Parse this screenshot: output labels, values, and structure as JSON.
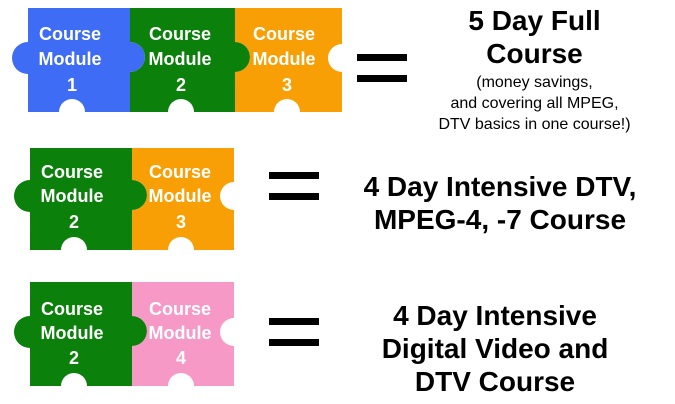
{
  "rows": [
    {
      "modules": [
        {
          "line1": "Course",
          "line2": "Module",
          "number": "1",
          "color": "#3e6cf5"
        },
        {
          "line1": "Course",
          "line2": "Module",
          "number": "2",
          "color": "#0b800b"
        },
        {
          "line1": "Course",
          "line2": "Module",
          "number": "3",
          "color": "#f89f05"
        }
      ],
      "result_title_line1": "5 Day Full",
      "result_title_line2": "Course",
      "result_subtitle_line1": "(money savings,",
      "result_subtitle_line2": "and covering all MPEG,",
      "result_subtitle_line3": "DTV basics in one course!)"
    },
    {
      "modules": [
        {
          "line1": "Course",
          "line2": "Module",
          "number": "2",
          "color": "#0b800b"
        },
        {
          "line1": "Course",
          "line2": "Module",
          "number": "3",
          "color": "#f89f05"
        }
      ],
      "result_title_line1": "4 Day Intensive DTV,",
      "result_title_line2": "MPEG-4, -7 Course"
    },
    {
      "modules": [
        {
          "line1": "Course",
          "line2": "Module",
          "number": "2",
          "color": "#0b800b"
        },
        {
          "line1": "Course",
          "line2": "Module",
          "number": "4",
          "color": "#f799c7"
        }
      ],
      "result_title_line1": "4 Day Intensive",
      "result_title_line2": "Digital Video and",
      "result_title_line3": "DTV Course"
    }
  ]
}
